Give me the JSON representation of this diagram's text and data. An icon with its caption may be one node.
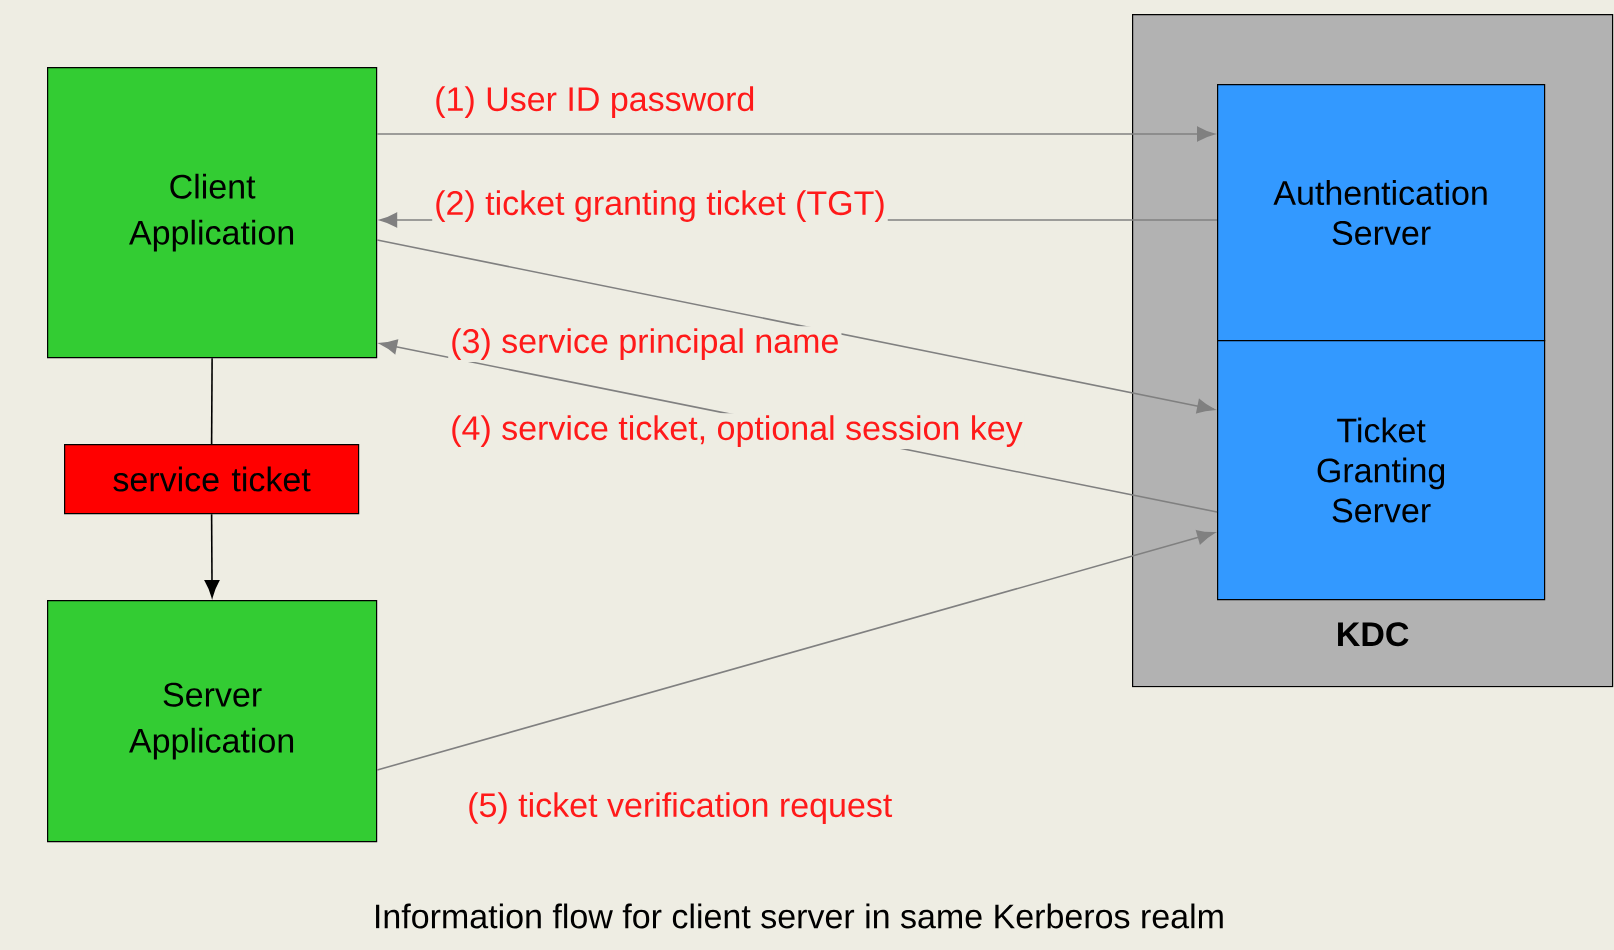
{
  "diagram": {
    "caption": "Information flow for client server in same Kerberos realm",
    "nodes": [
      {
        "text": [
          "Client Application"
        ]
      },
      {
        "text": [
          "service ticket"
        ]
      },
      {
        "text": [
          "Server Application"
        ]
      },
      {
        "text": [
          "KDC"
        ]
      },
      {
        "text": [
          "Authentication Server"
        ],
        "in": 3
      },
      {
        "text": [
          "Ticket Granting Server"
        ],
        "in": 3
      }
    ],
    "edges": [
      {
        "from": 0,
        "to": 4,
        "arrow": "to",
        "label": "(1) User ID password"
      },
      {
        "from": 4,
        "to": 0,
        "arrow": "to",
        "label": "(2) ticket granting ticket (TGT)"
      },
      {
        "from": 0,
        "to": 5,
        "arrow": "to",
        "label": "(3) service principal name"
      },
      {
        "from": 5,
        "to": 0,
        "arrow": "to",
        "label": "(4) service ticket, optional session key"
      },
      {
        "from": 2,
        "to": 5,
        "arrow": "to",
        "label": "(5) ticket verification request"
      },
      {
        "from": 0,
        "to": 1,
        "arrow": "none",
        "color": "#000000"
      },
      {
        "from": 1,
        "to": 2,
        "arrow": "to",
        "color": "#000000"
      }
    ]
  }
}
